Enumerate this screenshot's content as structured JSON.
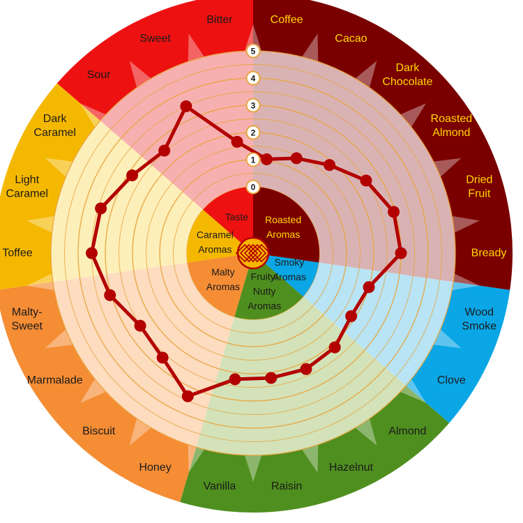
{
  "chart_data": {
    "type": "radar",
    "scale": {
      "min": 0,
      "max": 5,
      "ticks": [
        "0",
        "1",
        "2",
        "3",
        "4",
        "5"
      ]
    },
    "groups": [
      {
        "name": "Roasted Aromas",
        "lines": [
          "Roasted",
          "Aromas"
        ],
        "color": "#7a0000",
        "tint": "#d9b3b3",
        "text_color": "#ffd700"
      },
      {
        "name": "Smoky Aromas",
        "lines": [
          "Smoky",
          "Aromas"
        ],
        "color": "#0aa6e6",
        "tint": "#b8e4f5",
        "text_color": "#1a1a1a"
      },
      {
        "name": "Fruity/ Nutty Aromas",
        "lines": [
          "Fruity/",
          "Nutty",
          "Aromas"
        ],
        "color": "#4f8f1f",
        "tint": "#d3e2b8",
        "text_color": "#1a1a1a"
      },
      {
        "name": "Malty Aromas",
        "lines": [
          "Malty",
          "Aromas"
        ],
        "color": "#f58d35",
        "tint": "#fddcbf",
        "text_color": "#1a1a1a"
      },
      {
        "name": "Caramel Aromas",
        "lines": [
          "Caramel",
          "Aromas"
        ],
        "color": "#f5b800",
        "tint": "#fdefb9",
        "text_color": "#1a1a1a"
      },
      {
        "name": "Taste",
        "lines": [
          "Taste"
        ],
        "color": "#ee1111",
        "tint": "#f7b0b0",
        "text_color": "#1a1a1a"
      }
    ],
    "attributes": [
      {
        "lines": [
          "Coffee"
        ],
        "group": 0,
        "value": 1.05
      },
      {
        "lines": [
          "Cacao"
        ],
        "group": 0,
        "value": 1.4
      },
      {
        "lines": [
          "Dark",
          "Chocolate"
        ],
        "group": 0,
        "value": 1.85
      },
      {
        "lines": [
          "Roasted",
          "Almond"
        ],
        "group": 0,
        "value": 2.5
      },
      {
        "lines": [
          "Dried",
          "Fruit"
        ],
        "group": 0,
        "value": 2.95
      },
      {
        "lines": [
          "Bready"
        ],
        "group": 0,
        "value": 3.0
      },
      {
        "lines": [
          "Wood",
          "Smoke"
        ],
        "group": 1,
        "value": 2.0
      },
      {
        "lines": [
          "Clove"
        ],
        "group": 1,
        "value": 1.85
      },
      {
        "lines": [
          "Almond"
        ],
        "group": 2,
        "value": 2.15
      },
      {
        "lines": [
          "Hazelnut"
        ],
        "group": 2,
        "value": 2.25
      },
      {
        "lines": [
          "Raisin"
        ],
        "group": 2,
        "value": 2.2
      },
      {
        "lines": [
          "Vanilla"
        ],
        "group": 2,
        "value": 2.25
      },
      {
        "lines": [
          "Honey"
        ],
        "group": 3,
        "value": 3.35
      },
      {
        "lines": [
          "Biscuit"
        ],
        "group": 3,
        "value": 2.65
      },
      {
        "lines": [
          "Marmalade"
        ],
        "group": 3,
        "value": 2.5
      },
      {
        "lines": [
          "Malty-",
          "Sweet"
        ],
        "group": 3,
        "value": 3.05
      },
      {
        "lines": [
          "Toffee"
        ],
        "group": 4,
        "value": 3.5
      },
      {
        "lines": [
          "Light",
          "Caramel"
        ],
        "group": 4,
        "value": 3.4
      },
      {
        "lines": [
          "Dark",
          "Caramel"
        ],
        "group": 4,
        "value": 2.85
      },
      {
        "lines": [
          "Sour"
        ],
        "group": 5,
        "value": 2.55
      },
      {
        "lines": [
          "Sweet"
        ],
        "group": 5,
        "value": 3.5
      },
      {
        "lines": [
          "Bitter"
        ],
        "group": 5,
        "value": 1.7
      }
    ],
    "series_color": "#b30000",
    "grid_color": "#e8a33d",
    "center_icon": "diamond-lattice-icon"
  }
}
